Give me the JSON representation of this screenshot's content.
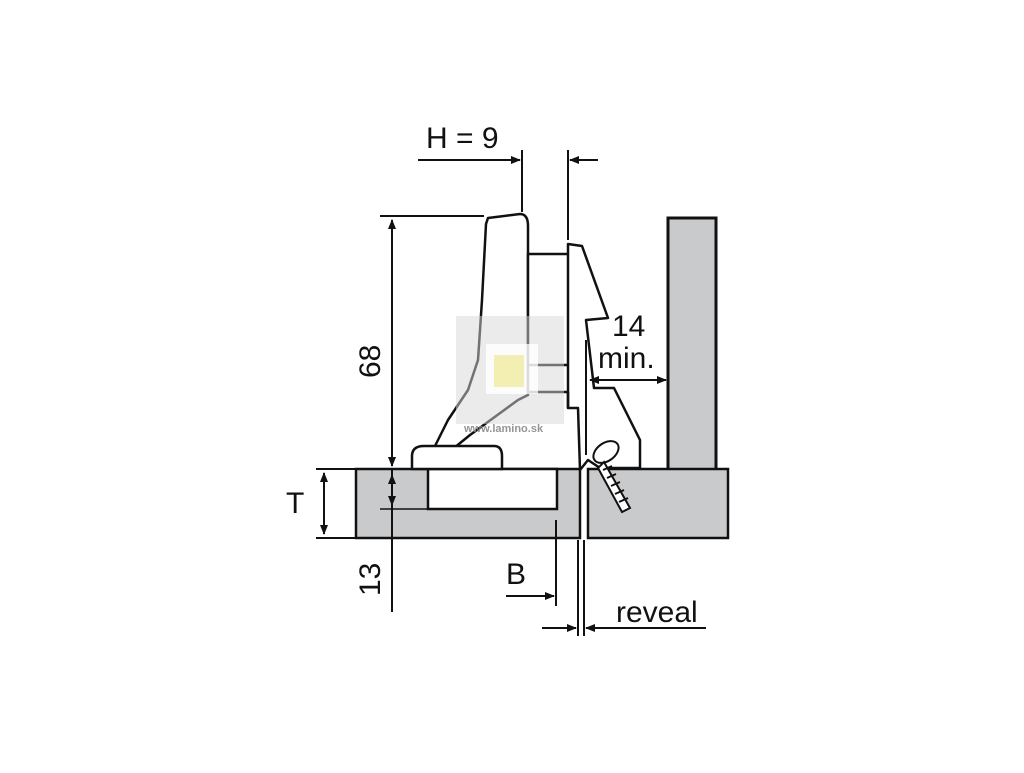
{
  "labels": {
    "h": "H = 9",
    "height": "68",
    "overlay_1": "14",
    "overlay_2": "min.",
    "thickness": "T",
    "depth": "13",
    "b": "B",
    "reveal": "reveal"
  },
  "watermark": "www.lamino.sk",
  "colors": {
    "panel": "#c9cacc",
    "line": "#111111",
    "logo_square": "#f2eeaa"
  }
}
